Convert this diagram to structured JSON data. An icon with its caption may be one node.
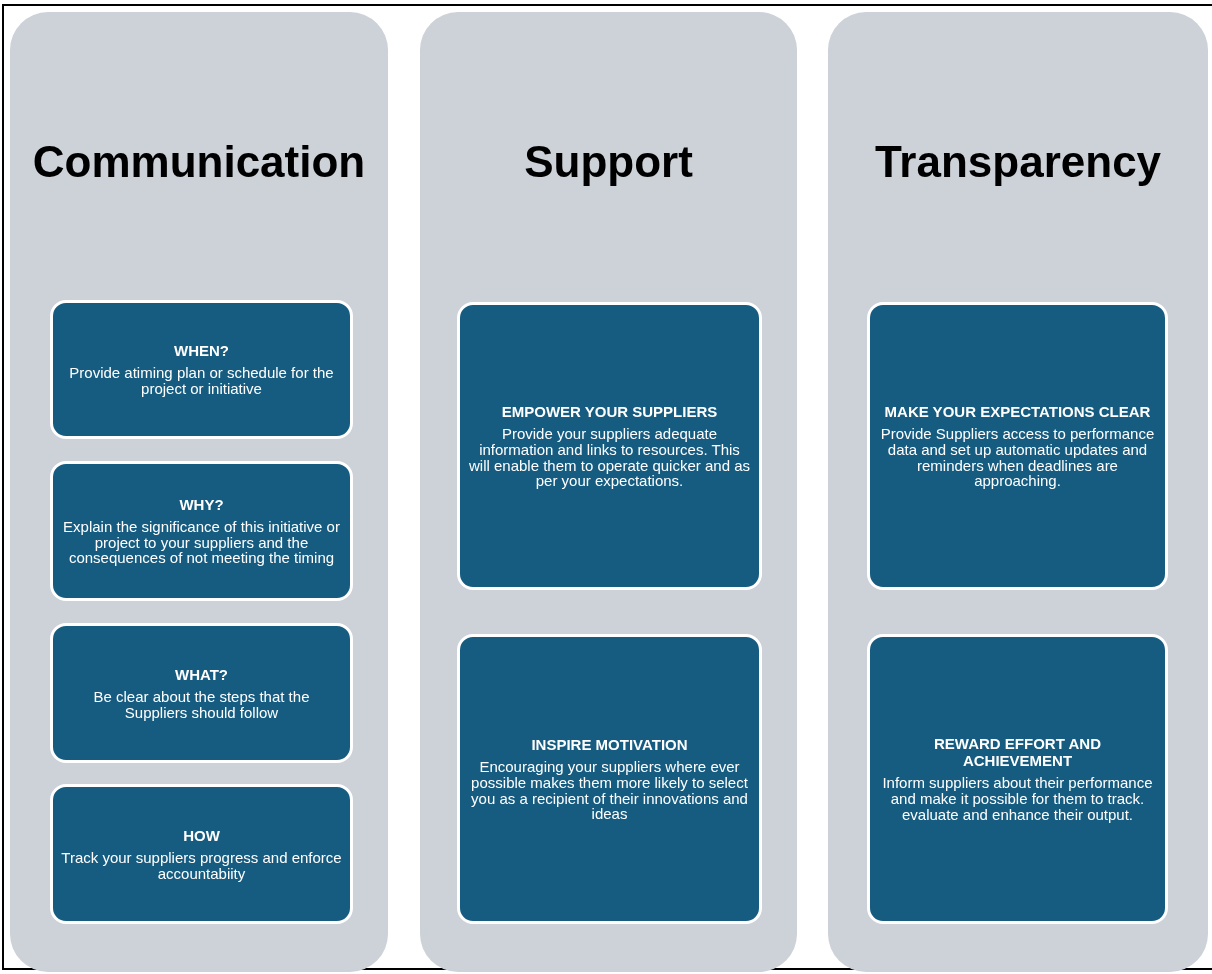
{
  "diagram": {
    "nodes": [
      {
        "text": [
          "Communication"
        ]
      },
      {
        "text": [
          "WHEN?",
          "Provide atiming plan or schedule for the project or initiative"
        ],
        "in": 0
      },
      {
        "text": [
          "WHY?",
          "Explain the significance of this initiative or project to your suppliers and the consequences of not meeting the timing"
        ],
        "in": 0
      },
      {
        "text": [
          "WHAT?",
          "Be clear about the steps that the Suppliers should follow"
        ],
        "in": 0
      },
      {
        "text": [
          "HOW",
          "Track your suppliers progress and enforce accountabiity"
        ],
        "in": 0
      },
      {
        "text": [
          "Support"
        ]
      },
      {
        "text": [
          "EMPOWER YOUR SUPPLIERS",
          "Provide your suppliers adequate information and links to resources. This will enable them to operate quicker and as per your expectations."
        ],
        "in": 5
      },
      {
        "text": [
          "INSPIRE MOTIVATION",
          "Encouraging your suppliers where ever possible makes them more likely to select you as a recipient of their innovations and ideas"
        ],
        "in": 5
      },
      {
        "text": [
          "Transparency"
        ]
      },
      {
        "text": [
          "MAKE YOUR EXPECTATIONS CLEAR",
          "Provide Suppliers access to performance data and set up automatic updates and reminders when deadlines are approaching."
        ],
        "in": 8
      },
      {
        "text": [
          "REWARD EFFORT AND ACHIEVEMENT",
          "Inform suppliers about their performance and make it possible for them to track. evaluate and enhance their output."
        ],
        "in": 8
      }
    ]
  }
}
